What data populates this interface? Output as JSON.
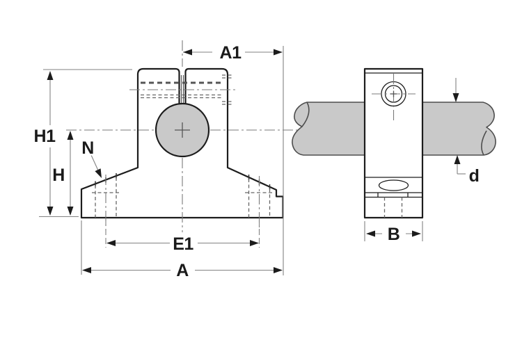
{
  "figure": {
    "kind": "technical-dimension-drawing",
    "front_view_labels": [
      "A1",
      "H1",
      "N",
      "H",
      "E1",
      "A"
    ],
    "side_view_labels": [
      "B",
      "d"
    ]
  },
  "labels": {
    "a1": "A1",
    "h1": "H1",
    "h": "H",
    "n": "N",
    "e1": "E1",
    "a": "A",
    "b": "B",
    "d": "d"
  },
  "colors": {
    "background": "#ffffff",
    "object-line": "#1c1c1c",
    "dimension-line": "#828282",
    "hidden-line": "#666666",
    "hidden-bold": "#555555",
    "center-line": "#7a7a7a",
    "shaft-fill": "#c9c9c9",
    "shaft-line": "#4d4d4d",
    "label-color": "#1a1a1a"
  }
}
